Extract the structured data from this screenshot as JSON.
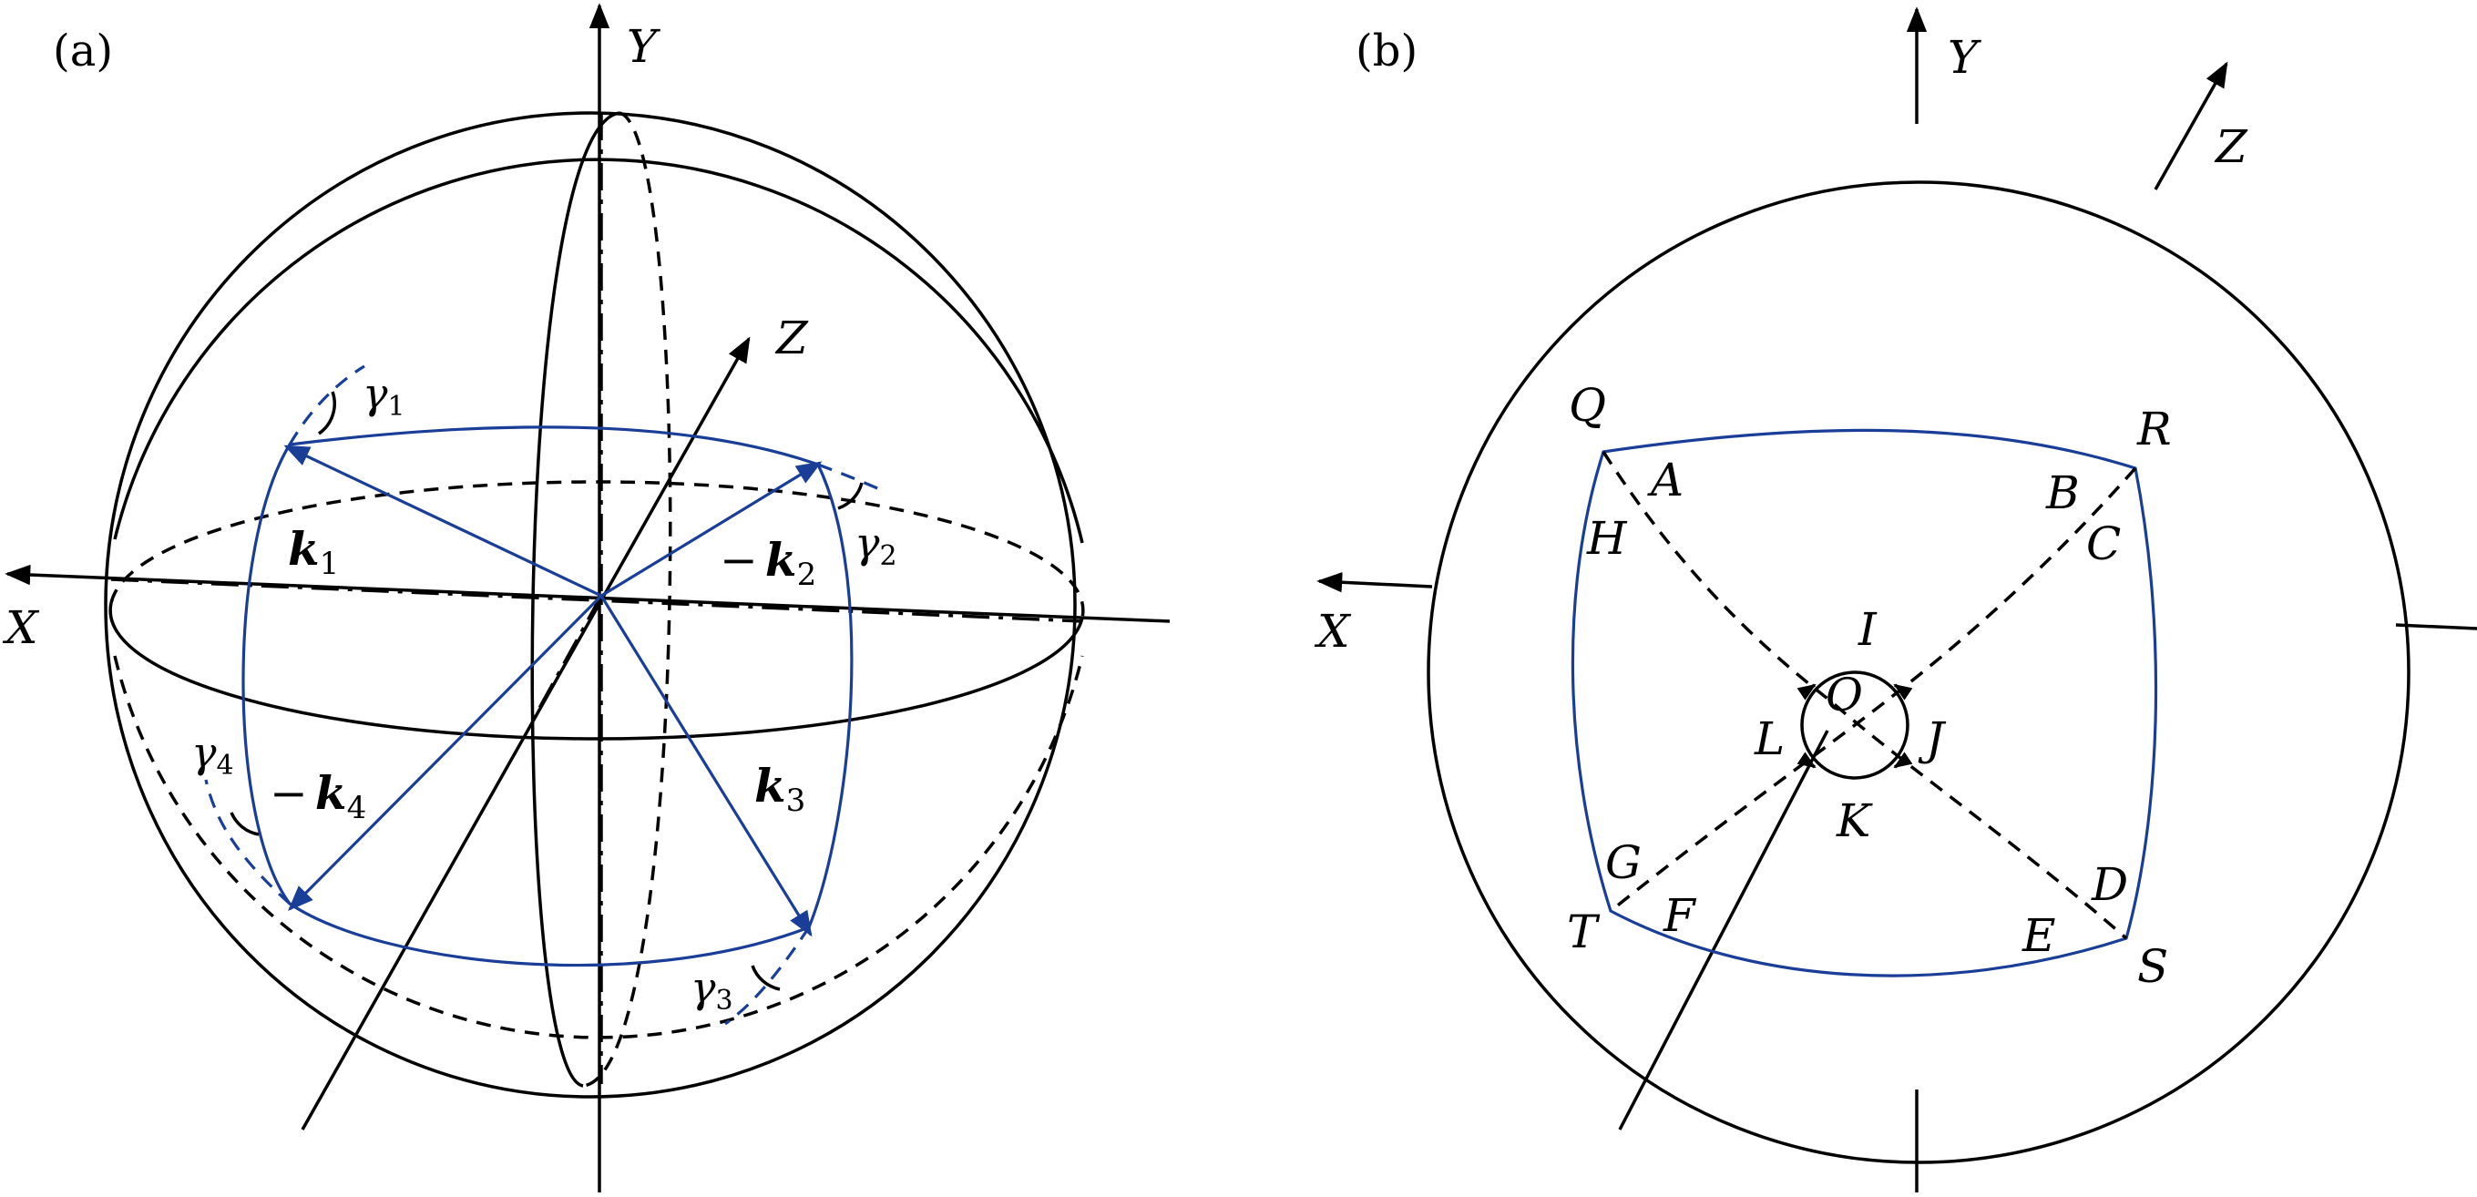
{
  "colors": {
    "blue": "#1a3e98",
    "black": "#000000"
  },
  "panel_a": {
    "label": "(a)",
    "axis_y": "Y",
    "axis_x": "X",
    "axis_z": "Z",
    "k1": "k",
    "k1_sub": "1",
    "k2_prefix": "−",
    "k2": "k",
    "k2_sub": "2",
    "k3": "k",
    "k3_sub": "3",
    "k4_prefix": "−",
    "k4": "k",
    "k4_sub": "4",
    "gamma": "γ",
    "g1_sub": "1",
    "g2_sub": "2",
    "g3_sub": "3",
    "g4_sub": "4"
  },
  "panel_b": {
    "label": "(b)",
    "axis_y": "Y",
    "axis_x": "X",
    "axis_z": "Z",
    "Q": "Q",
    "R": "R",
    "S": "S",
    "T": "T",
    "A": "A",
    "B": "B",
    "C": "C",
    "D": "D",
    "E": "E",
    "F": "F",
    "G": "G",
    "H": "H",
    "I": "I",
    "J": "J",
    "K": "K",
    "L": "L",
    "O": "O"
  }
}
